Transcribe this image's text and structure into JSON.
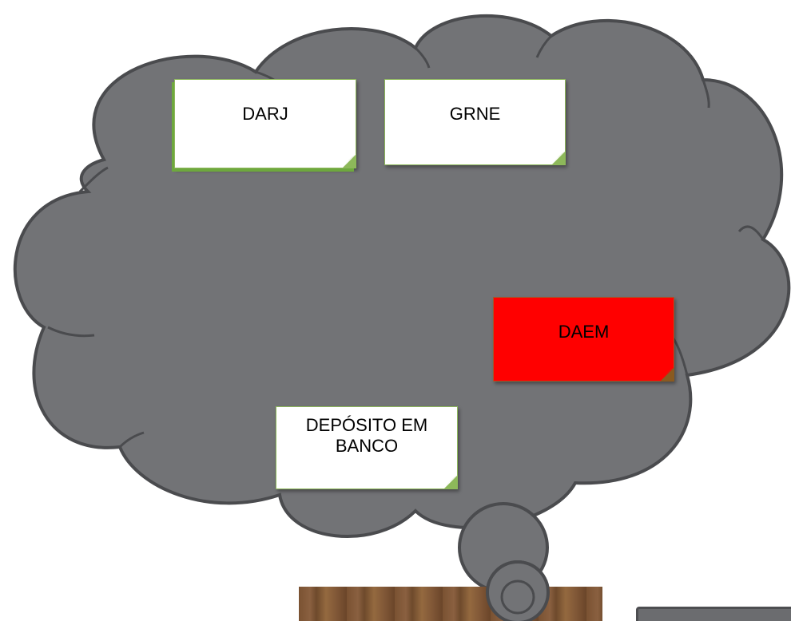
{
  "notes": {
    "darj": {
      "label": "DARJ",
      "color": "#ffffff"
    },
    "grne": {
      "label": "GRNE",
      "color": "#ffffff"
    },
    "daem": {
      "label": "DAEM",
      "color": "#ff0000"
    },
    "deposito": {
      "label": "DEPÓSITO EM BANCO",
      "color": "#ffffff"
    }
  },
  "colors": {
    "cloud_fill": "#727376",
    "cloud_outline": "#4a4b4e",
    "note_border": "#8db85a"
  }
}
